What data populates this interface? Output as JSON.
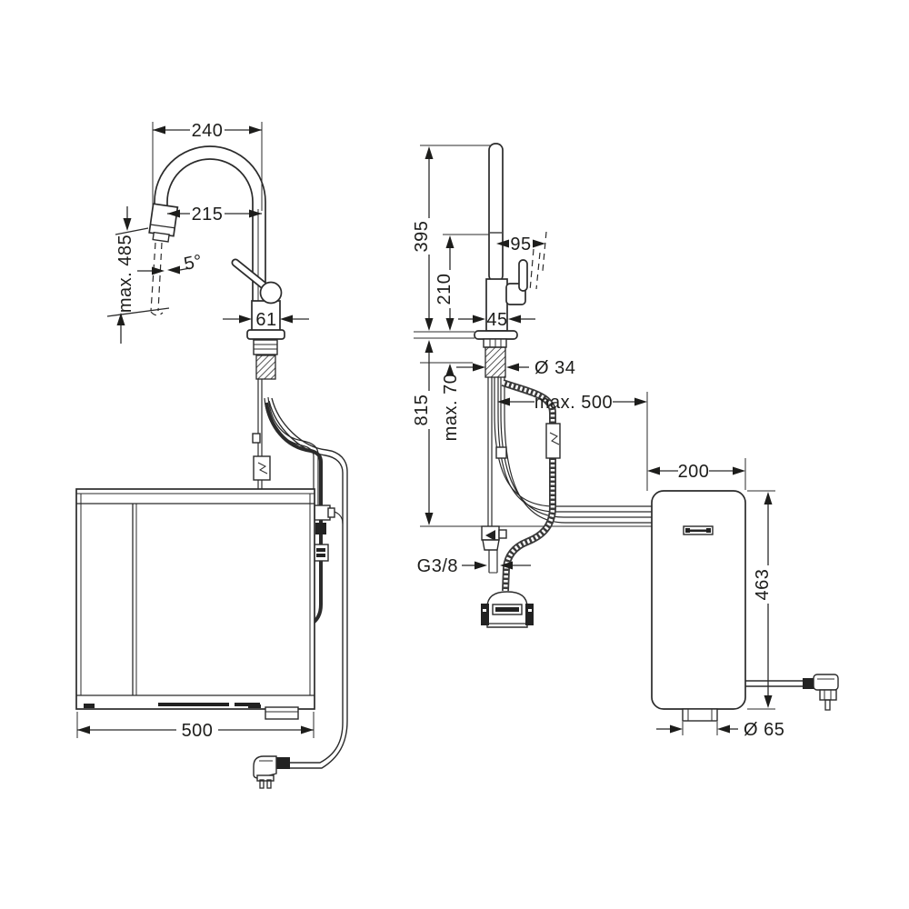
{
  "drawing": {
    "front_view": {
      "dim_spout_reach": "240",
      "dim_spout_inner": "215",
      "dim_max_height": "max. 485",
      "dim_swivel_angle": "5°",
      "dim_body_width": "61",
      "dim_unit_width": "500"
    },
    "side_view": {
      "dim_total_height": "395",
      "dim_outlet_height": "210",
      "dim_handle_depth": "95",
      "dim_body_depth": "45",
      "dim_shank_diameter": "Ø 34",
      "dim_counter_thickness": "max. 70",
      "dim_hose_drop": "815",
      "dim_hose_reach": "max. 500",
      "dim_connection": "G3/8",
      "dim_filter_width": "200",
      "dim_filter_height": "463",
      "dim_filter_base": "Ø 65"
    }
  },
  "colors": {
    "line": "#2b2b2b",
    "text": "#1d1d1b",
    "background": "#ffffff"
  }
}
